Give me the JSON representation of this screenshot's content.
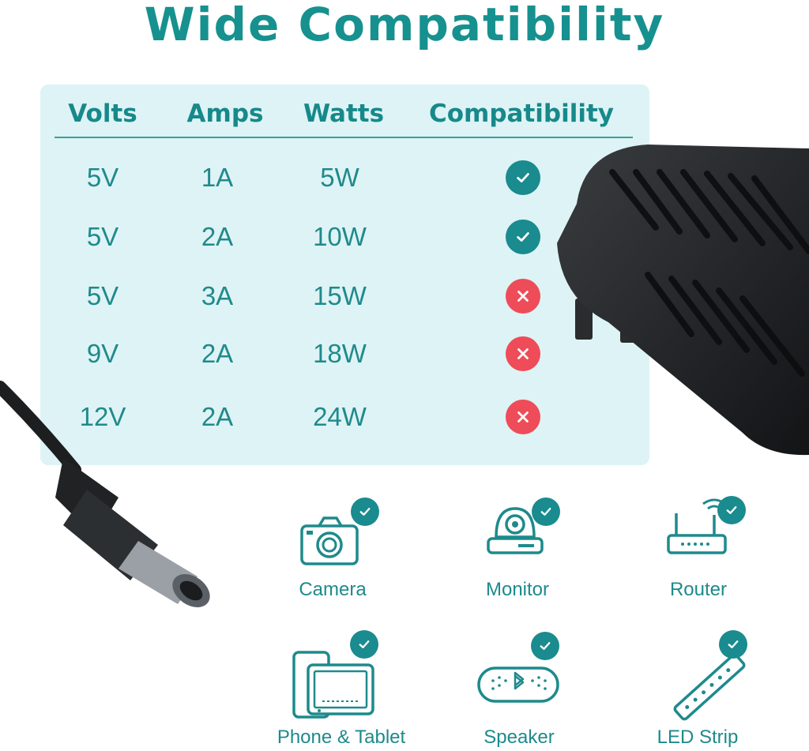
{
  "title": "Wide Compatibility",
  "table": {
    "headers": [
      "Volts",
      "Amps",
      "Watts",
      "Compatibility"
    ],
    "rows": [
      {
        "volts": "5V",
        "amps": "1A",
        "watts": "5W",
        "compatible": true
      },
      {
        "volts": "5V",
        "amps": "2A",
        "watts": "10W",
        "compatible": true
      },
      {
        "volts": "5V",
        "amps": "3A",
        "watts": "15W",
        "compatible": false
      },
      {
        "volts": "9V",
        "amps": "2A",
        "watts": "18W",
        "compatible": false
      },
      {
        "volts": "12V",
        "amps": "2A",
        "watts": "24W",
        "compatible": false
      }
    ]
  },
  "devices": [
    {
      "label": "Camera",
      "icon": "camera-icon"
    },
    {
      "label": "Monitor",
      "icon": "security-camera-icon"
    },
    {
      "label": "Router",
      "icon": "router-icon"
    },
    {
      "label": "Phone & Tablet",
      "icon": "phone-tablet-icon"
    },
    {
      "label": "Speaker",
      "icon": "bluetooth-speaker-icon"
    },
    {
      "label": "LED Strip",
      "icon": "led-strip-icon"
    }
  ],
  "colors": {
    "brand_teal": "#16918f",
    "panel_bg": "#def3f5",
    "check_green": "#1a8b8e",
    "cross_red": "#ee4c58"
  }
}
